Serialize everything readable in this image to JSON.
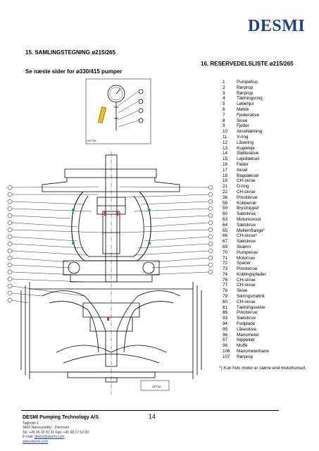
{
  "header": {
    "logo": "DESMI"
  },
  "section15": {
    "title": "15. SAMLINGSTEGNING ø215/265",
    "note": "Se næste sider for ø330/415 pumper"
  },
  "drawing": {
    "gauge_ref": "OP726",
    "bottom_ref": "OP726"
  },
  "section16": {
    "title": "16. RESERVEDELSLISTE ø215/265",
    "parts": [
      {
        "no": "1",
        "name": "Pumpehus"
      },
      {
        "no": "2",
        "name": "Rørprop"
      },
      {
        "no": "3",
        "name": "Rørprop"
      },
      {
        "no": "4",
        "name": "Tætningsring"
      },
      {
        "no": "5",
        "name": "Løbehjul"
      },
      {
        "no": "6",
        "name": "Møtrik"
      },
      {
        "no": "7",
        "name": "Fjederskive"
      },
      {
        "no": "8",
        "name": "Skive"
      },
      {
        "no": "9",
        "name": "Fjeder"
      },
      {
        "no": "10",
        "name": "Akseltætning"
      },
      {
        "no": "11",
        "name": "V-ring"
      },
      {
        "no": "12",
        "name": "Låsering"
      },
      {
        "no": "13",
        "name": "Kugleleje"
      },
      {
        "no": "14",
        "name": "Støtteskive"
      },
      {
        "no": "15",
        "name": "Lejedæksel"
      },
      {
        "no": "16",
        "name": "Føder"
      },
      {
        "no": "17",
        "name": "Aksel"
      },
      {
        "no": "18",
        "name": "Bagdæksel"
      },
      {
        "no": "19",
        "name": "CH-skrue"
      },
      {
        "no": "21",
        "name": "O-ring"
      },
      {
        "no": "22",
        "name": "CH-skrue"
      },
      {
        "no": "36",
        "name": "Pinolskrue"
      },
      {
        "no": "58",
        "name": "Kobberrør"
      },
      {
        "no": "59",
        "name": "Brystnippel"
      },
      {
        "no": "60",
        "name": "Sætskrue"
      },
      {
        "no": "63",
        "name": "Motorkonsol"
      },
      {
        "no": "64",
        "name": "Sætskrue"
      },
      {
        "no": "65",
        "name": "Mellemflange*"
      },
      {
        "no": "66",
        "name": "CH-skrue*"
      },
      {
        "no": "67",
        "name": "Sætskrue"
      },
      {
        "no": "69",
        "name": "Skærm"
      },
      {
        "no": "70",
        "name": "Pumpenav"
      },
      {
        "no": "71",
        "name": "Motornav"
      },
      {
        "no": "72",
        "name": "Spacer"
      },
      {
        "no": "73",
        "name": "Pinolskrue"
      },
      {
        "no": "74",
        "name": "Koblingsplader"
      },
      {
        "no": "76",
        "name": "CH-skrue"
      },
      {
        "no": "77",
        "name": "CH-skrue"
      },
      {
        "no": "78",
        "name": "Skive"
      },
      {
        "no": "79",
        "name": "Sikringsmøtrik"
      },
      {
        "no": "80",
        "name": "CH-skrue"
      },
      {
        "no": "81",
        "name": "Tætningsskive"
      },
      {
        "no": "86",
        "name": "Pinolskrue"
      },
      {
        "no": "93",
        "name": "Sætskrue"
      },
      {
        "no": "94",
        "name": "Fodplade"
      },
      {
        "no": "95",
        "name": "Låseskive"
      },
      {
        "no": "96",
        "name": "Manometer"
      },
      {
        "no": "97",
        "name": "Nippelrør"
      },
      {
        "no": "98",
        "name": "Muffe"
      },
      {
        "no": "106",
        "name": "Manometerhane"
      },
      {
        "no": "107",
        "name": "Rørprop"
      }
    ],
    "footnote": "*) Kun hvis motor er større end motorkonsol."
  },
  "footer": {
    "company": "DESMI Pumping Technology A/S",
    "page": "14",
    "address_lines": [
      "Tagholm 1",
      "9400 Nørresundby - Denmark",
      "Tel: +45 96 32 81 11  Fax: +45 98 17 54 99"
    ],
    "email_label": "E-mail: ",
    "email": "desmi@desmi.com",
    "website": "www.desmi.com"
  }
}
